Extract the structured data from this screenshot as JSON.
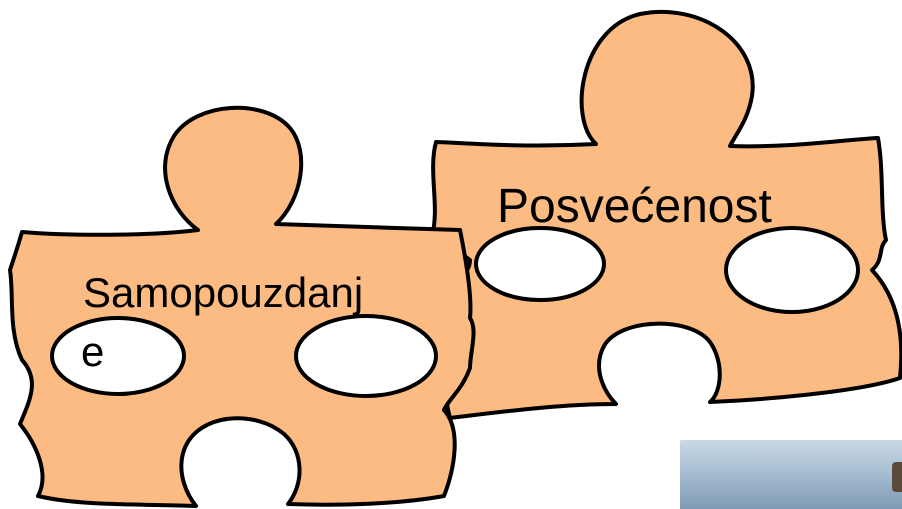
{
  "diagram": {
    "pieces": [
      {
        "id": "samopouzdanje",
        "label_line1": "Samopouzdanj",
        "label_line2": "e",
        "fill": "#FBBB82"
      },
      {
        "id": "posvecenost",
        "label": "Posvećenost",
        "fill": "#FBBB82"
      }
    ],
    "outline_color": "#000000",
    "photo": {
      "description_icon": "photo-thumbnail"
    }
  }
}
